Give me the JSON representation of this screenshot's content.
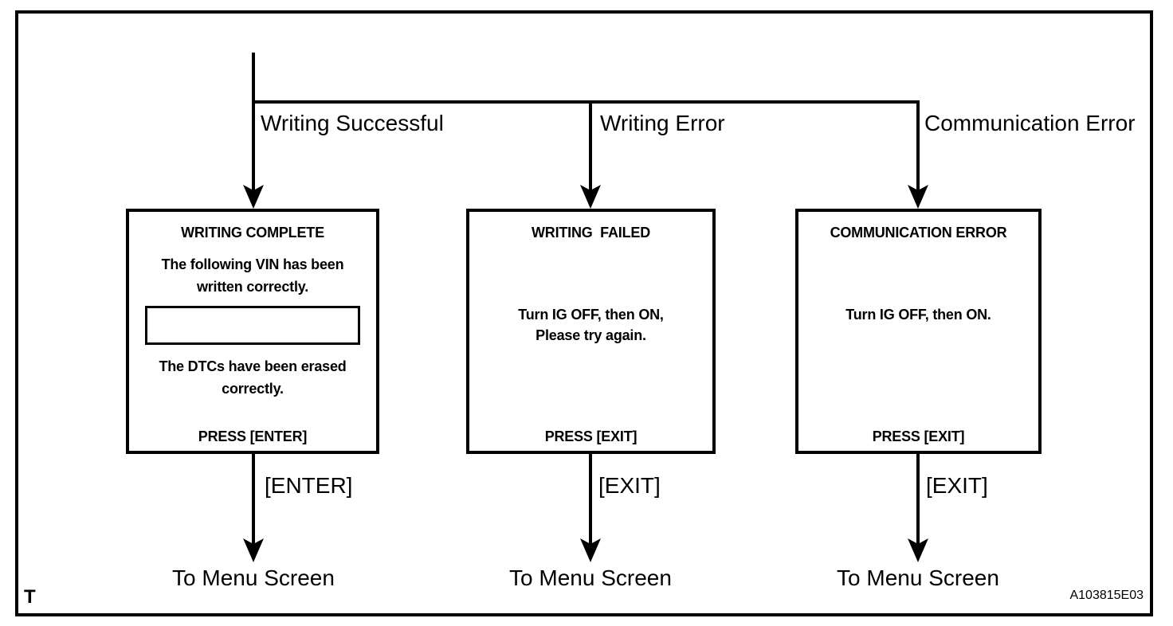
{
  "page": {
    "marker": "T",
    "figure_code": "A103815E03"
  },
  "branches": [
    {
      "condition": "Writing Successful",
      "screen": {
        "title": "WRITING COMPLETE",
        "line1": "The following VIN has been",
        "line2": "written correctly.",
        "vin_field_value": "",
        "line3": "The DTCs have been erased",
        "line4": "correctly.",
        "press": "PRESS [ENTER]"
      },
      "key": "[ENTER]",
      "destination": "To Menu Screen"
    },
    {
      "condition": "Writing Error",
      "screen": {
        "title": "WRITING  FAILED",
        "line1": "Turn IG OFF, then ON,",
        "line2": "Please try again.",
        "press": "PRESS [EXIT]"
      },
      "key": "[EXIT]",
      "destination": "To Menu Screen"
    },
    {
      "condition": "Communication Error",
      "screen": {
        "title": "COMMUNICATION ERROR",
        "line1": "Turn IG OFF, then ON.",
        "press": "PRESS [EXIT]"
      },
      "key": "[EXIT]",
      "destination": "To Menu Screen"
    }
  ]
}
